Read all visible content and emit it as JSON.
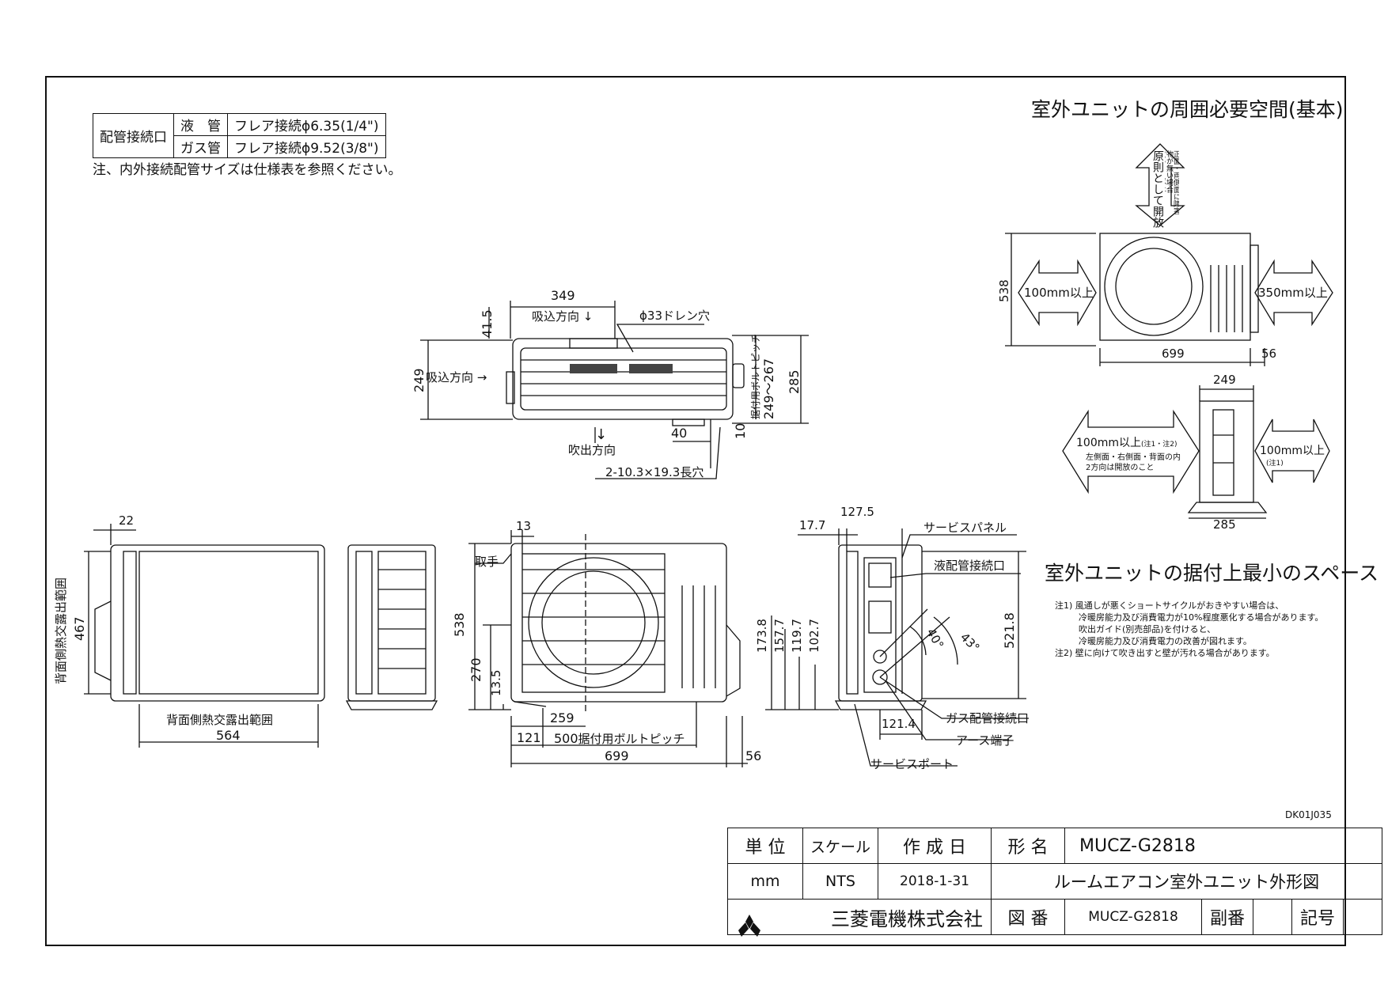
{
  "pipe_table": {
    "header": "配管接続口",
    "rows": [
      {
        "kind": "液　管",
        "spec": "フレア接続ϕ6.35(1/4\")"
      },
      {
        "kind": "ガス管",
        "spec": "フレア接続ϕ9.52(3/8\")"
      }
    ],
    "note": "注、内外接続配管サイズは仕様表を参照ください。"
  },
  "space_basic": {
    "title": "室外ユニットの周囲必要空間(基本)",
    "top_main": "原則として開放",
    "top_sub": "正面・両側面に障害物が無い場合100mm以上",
    "left": "100mm以上",
    "right": "350mm以上",
    "dims": {
      "height": "538",
      "width": "699",
      "depth": "56"
    }
  },
  "space_side": {
    "dims": {
      "top": "249",
      "bottom": "285"
    },
    "left_main": "100mm以上",
    "left_note": "(注1・注2)",
    "left_sub1": "左側面・右側面・背面の内",
    "left_sub2": "2方向は開放のこと",
    "right_main": "100mm以上",
    "right_note": "(注1)"
  },
  "min_space": {
    "title": "室外ユニットの据付上最小のスペース",
    "notes": [
      "注1) 風通しが悪くショートサイクルがおきやすい場合は、",
      "冷暖房能力及び消費電力が10%程度悪化する場合があります。",
      "吹出ガイド(別売部品)を付けると、",
      "冷暖房能力及び消費電力の改善が図れます。",
      "注2) 壁に向けて吹き出すと壁が汚れる場合があります。"
    ]
  },
  "top_view": {
    "d349": "349",
    "d415": "41.5",
    "suction": "吸込方向",
    "drain": "ϕ33ドレン穴",
    "d249": "249",
    "suction_left": "吸込方向",
    "bolt_pitch": "据付用ボルトピッチ",
    "bolt_range": "249〜267",
    "d285": "285",
    "d40": "40",
    "d10": "10",
    "blow": "吹出方向",
    "slot": "2-10.3×19.3長穴"
  },
  "rear_view": {
    "d22": "22",
    "d467": "467",
    "side_label": "背面側熱交露出範囲",
    "bottom_label": "背面側熱交露出範囲",
    "d564": "564"
  },
  "front_view": {
    "d13": "13",
    "handle": "取手",
    "d538": "538",
    "d270": "270",
    "d135": "13.5",
    "d259": "259",
    "d121": "121",
    "d500": "500",
    "bolt": "据付用ボルトピッチ",
    "d699": "699",
    "d56": "56"
  },
  "right_view": {
    "d177": "17.7",
    "d1275": "127.5",
    "service_panel": "サービスパネル",
    "liquid": "液配管接続口",
    "d1738": "173.8",
    "d1577": "157.7",
    "d1197": "119.7",
    "d1027": "102.7",
    "a40": "40°",
    "a43": "43°",
    "d5218": "521.8",
    "d1214": "121.4",
    "gas": "ガス配管接続口",
    "earth": "アース端子",
    "port": "サービスポート"
  },
  "doc_code": "DK01J035",
  "title_block": {
    "h_unit": "単 位",
    "h_scale": "スケール",
    "h_date": "作 成 日",
    "h_model": "形 名",
    "model": "MUCZ-G2818",
    "unit": "mm",
    "scale": "NTS",
    "date": "2018-1-31",
    "title": "ルームエアコン室外ユニット外形図",
    "company": "三菱電機株式会社",
    "h_drawing": "図 番",
    "drawing_no": "MUCZ-G2818",
    "h_sub": "副番",
    "sub": "",
    "h_mark": "記号",
    "mark": ""
  }
}
